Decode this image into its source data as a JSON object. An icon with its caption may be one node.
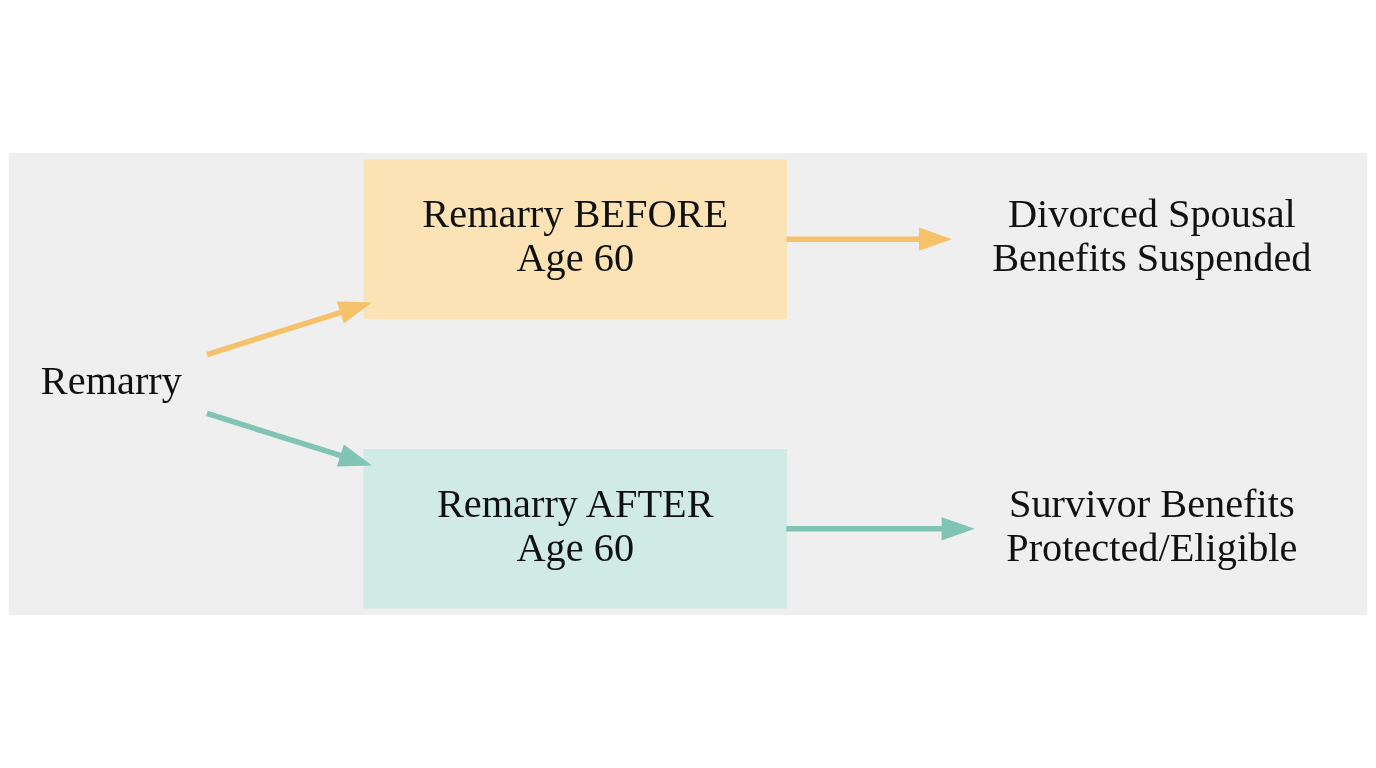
{
  "diagram": {
    "nodes": [
      {
        "text": [
          "Remarry"
        ]
      },
      {
        "text": [
          "Remarry BEFORE Age 60"
        ]
      },
      {
        "text": [
          "Divorced Spousal Benefits Suspended"
        ]
      },
      {
        "text": [
          "Remarry AFTER Age 60"
        ]
      },
      {
        "text": [
          "Survivor Benefits Protected/Eligible"
        ]
      }
    ],
    "edges": [
      {
        "from": 0,
        "to": 1,
        "arrow": "to",
        "color": "#f5c26b"
      },
      {
        "from": 1,
        "to": 2,
        "arrow": "to",
        "color": "#f5c26b"
      },
      {
        "from": 0,
        "to": 3,
        "arrow": "to",
        "color": "#7fc4b5"
      },
      {
        "from": 3,
        "to": 4,
        "arrow": "to",
        "color": "#7fc4b5"
      }
    ]
  }
}
